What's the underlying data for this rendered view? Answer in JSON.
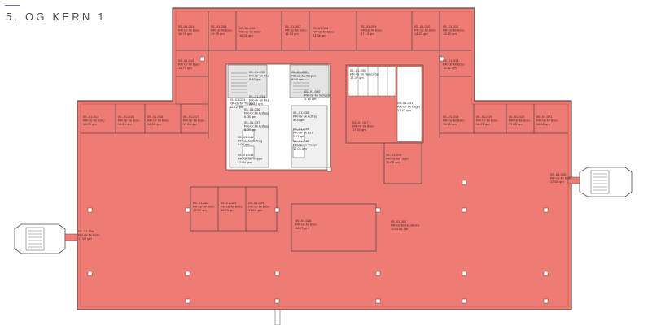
{
  "title": "5. OG KERN 1",
  "colors": {
    "floor": "#ef7c74",
    "wall": "#5a4a4a",
    "core": "#ffffff",
    "core_grey": "#e4e4e4",
    "column": "#ffffff",
    "stair_fill": "#ffffff"
  },
  "rooms": [
    {
      "id": "r1",
      "label": "05.-01-004",
      "sub": "RR-Gr-fw Büro",
      "area": "18.70 qm"
    },
    {
      "id": "r2",
      "label": "05.-01-005",
      "sub": "RR-Gr-fw Büro",
      "area": "19.75 qm"
    },
    {
      "id": "r3",
      "label": "05.-01-006",
      "sub": "RR-Gr-fw Büro",
      "area": "18.95 qm"
    },
    {
      "id": "r4",
      "label": "05.-01-007",
      "sub": "RR-Gr-fw Büro",
      "area": "18.93 qm"
    },
    {
      "id": "r5",
      "label": "05.-01-008",
      "sub": "RR-Gr-fw Büro",
      "area": "24.36 qm"
    },
    {
      "id": "r6",
      "label": "05.-01-009",
      "sub": "RR-Gr-fw Büro",
      "area": "17.13 qm"
    },
    {
      "id": "r7",
      "label": "05.-01-010",
      "sub": "RR-Gr-fw Büro",
      "area": "14.22 qm"
    },
    {
      "id": "r8",
      "label": "05.-01-011",
      "sub": "RR-Gr-fw Büro",
      "area": "18.83 qm"
    },
    {
      "id": "r9",
      "label": "05.-01-012",
      "sub": "RR-Gr-fw Büro",
      "area": "18.71 qm"
    },
    {
      "id": "r10",
      "label": "05.-01-013",
      "sub": "RR-Gr-fw Büro",
      "area": "18.82 qm"
    },
    {
      "id": "r11",
      "label": "05.-01-014",
      "sub": "RR-Gr-fw Büro",
      "area": "18.72 qm"
    },
    {
      "id": "r12",
      "label": "05.-01-015",
      "sub": "RR-Gr-fw Büro",
      "area": "18.10 qm"
    },
    {
      "id": "r13",
      "label": "05.-01-016",
      "sub": "RR-Gr-fw Büro",
      "area": "18.99 qm"
    },
    {
      "id": "r14",
      "label": "05.-01-017",
      "sub": "RR-Gr-fw Büro",
      "area": "17.68 qm"
    },
    {
      "id": "r15",
      "label": "05.-01-018",
      "sub": "RR-Gr-fw Büro",
      "area": "19.15 qm"
    },
    {
      "id": "r16",
      "label": "05.-01-019",
      "sub": "RR-Gr-fw Büro",
      "area": "16.78 qm"
    },
    {
      "id": "r17",
      "label": "05.-01-020",
      "sub": "RR-Gr-fw Büro",
      "area": "17.83 qm"
    },
    {
      "id": "r18",
      "label": "05.-01-021",
      "sub": "RR-Gr-fw Büro",
      "area": "16.62 qm"
    },
    {
      "id": "r19",
      "label": "05.-01-022",
      "sub": "RR-Gr-fw Büro",
      "area": "17.07 qm"
    },
    {
      "id": "r20",
      "label": "05.-01-023",
      "sub": "RR-Gr-fw Büro",
      "area": "15.73 qm"
    },
    {
      "id": "r21",
      "label": "05.-01-024",
      "sub": "RR-Gr-fw Büro",
      "area": "17.89 qm"
    },
    {
      "id": "r22",
      "label": "05.-01-025",
      "sub": "RR-Gr-fw Büro",
      "area": "17.60 qm"
    },
    {
      "id": "r23",
      "label": "05.-01-026",
      "sub": "RR-Gr-fw Büro",
      "area": "17.60 qm"
    },
    {
      "id": "r24",
      "label": "05.-01-027",
      "sub": "RR-Gr-fw Büro",
      "area": "17.60 qm"
    },
    {
      "id": "r25",
      "label": "05.-01-028",
      "sub": "RR-Gr-fw Büro",
      "area": "48.77 qm"
    },
    {
      "id": "r26",
      "label": "05.-01-001",
      "sub": "RR-Gr-fw Großbüro",
      "area": "1093.51 qm"
    },
    {
      "id": "r27",
      "label": "05.-01-029",
      "sub": "RR-Gr-fw Lager",
      "area": "26.08 qm"
    },
    {
      "id": "r28",
      "label": "05.-01-030",
      "sub": "RR-Gr-fw Teeküche",
      "area": "17.37 qm"
    },
    {
      "id": "r29",
      "label": "05.-01-031",
      "sub": "RR-Gr-fw Lager",
      "area": "17.47 qm"
    },
    {
      "id": "r30",
      "label": "05.-01-032",
      "sub": "RR-Gr-fw Flur",
      "area": "9.63 qm"
    },
    {
      "id": "r31",
      "label": "05.-01-033",
      "sub": "RR-Gr-fw Treppe",
      "area": "11.72 qm"
    },
    {
      "id": "r32",
      "label": "05.-01-034",
      "sub": "RR-Gr-fw Flur",
      "area": "13.18 qm"
    },
    {
      "id": "r33",
      "label": "05.-01-035",
      "sub": "RR-Gr-fw Treppe",
      "area": "8.54 qm"
    },
    {
      "id": "r34",
      "label": "05.-01-036",
      "sub": "RR-Gr-fw Aufzug",
      "area": "5.05 qm"
    },
    {
      "id": "r35",
      "label": "05.-01-037",
      "sub": "RR-Gr-fw Aufzug",
      "area": "5.04 qm"
    },
    {
      "id": "r36",
      "label": "05.-01-038",
      "sub": "RR-Gr-fw Aufzug",
      "area": "5.03 qm"
    },
    {
      "id": "r37",
      "label": "05.-01-039",
      "sub": "RR-Gr-fw ELT",
      "area": "2.71 qm"
    },
    {
      "id": "r38",
      "label": "05.-01-040",
      "sub": "RR-Gr-fw Schacht",
      "area": "1.16 qm"
    },
    {
      "id": "r39",
      "label": "05.-01-041",
      "sub": "RR-Gr-fw Aufzug",
      "area": "5.08 qm"
    },
    {
      "id": "r40",
      "label": "05.-01-042",
      "sub": "RR-Gr-fw Treppe",
      "area": "12.01 qm"
    },
    {
      "id": "r41",
      "label": "05.-01-043",
      "sub": "RR-Gr-fw Treppe",
      "area": "12.04 qm"
    }
  ]
}
